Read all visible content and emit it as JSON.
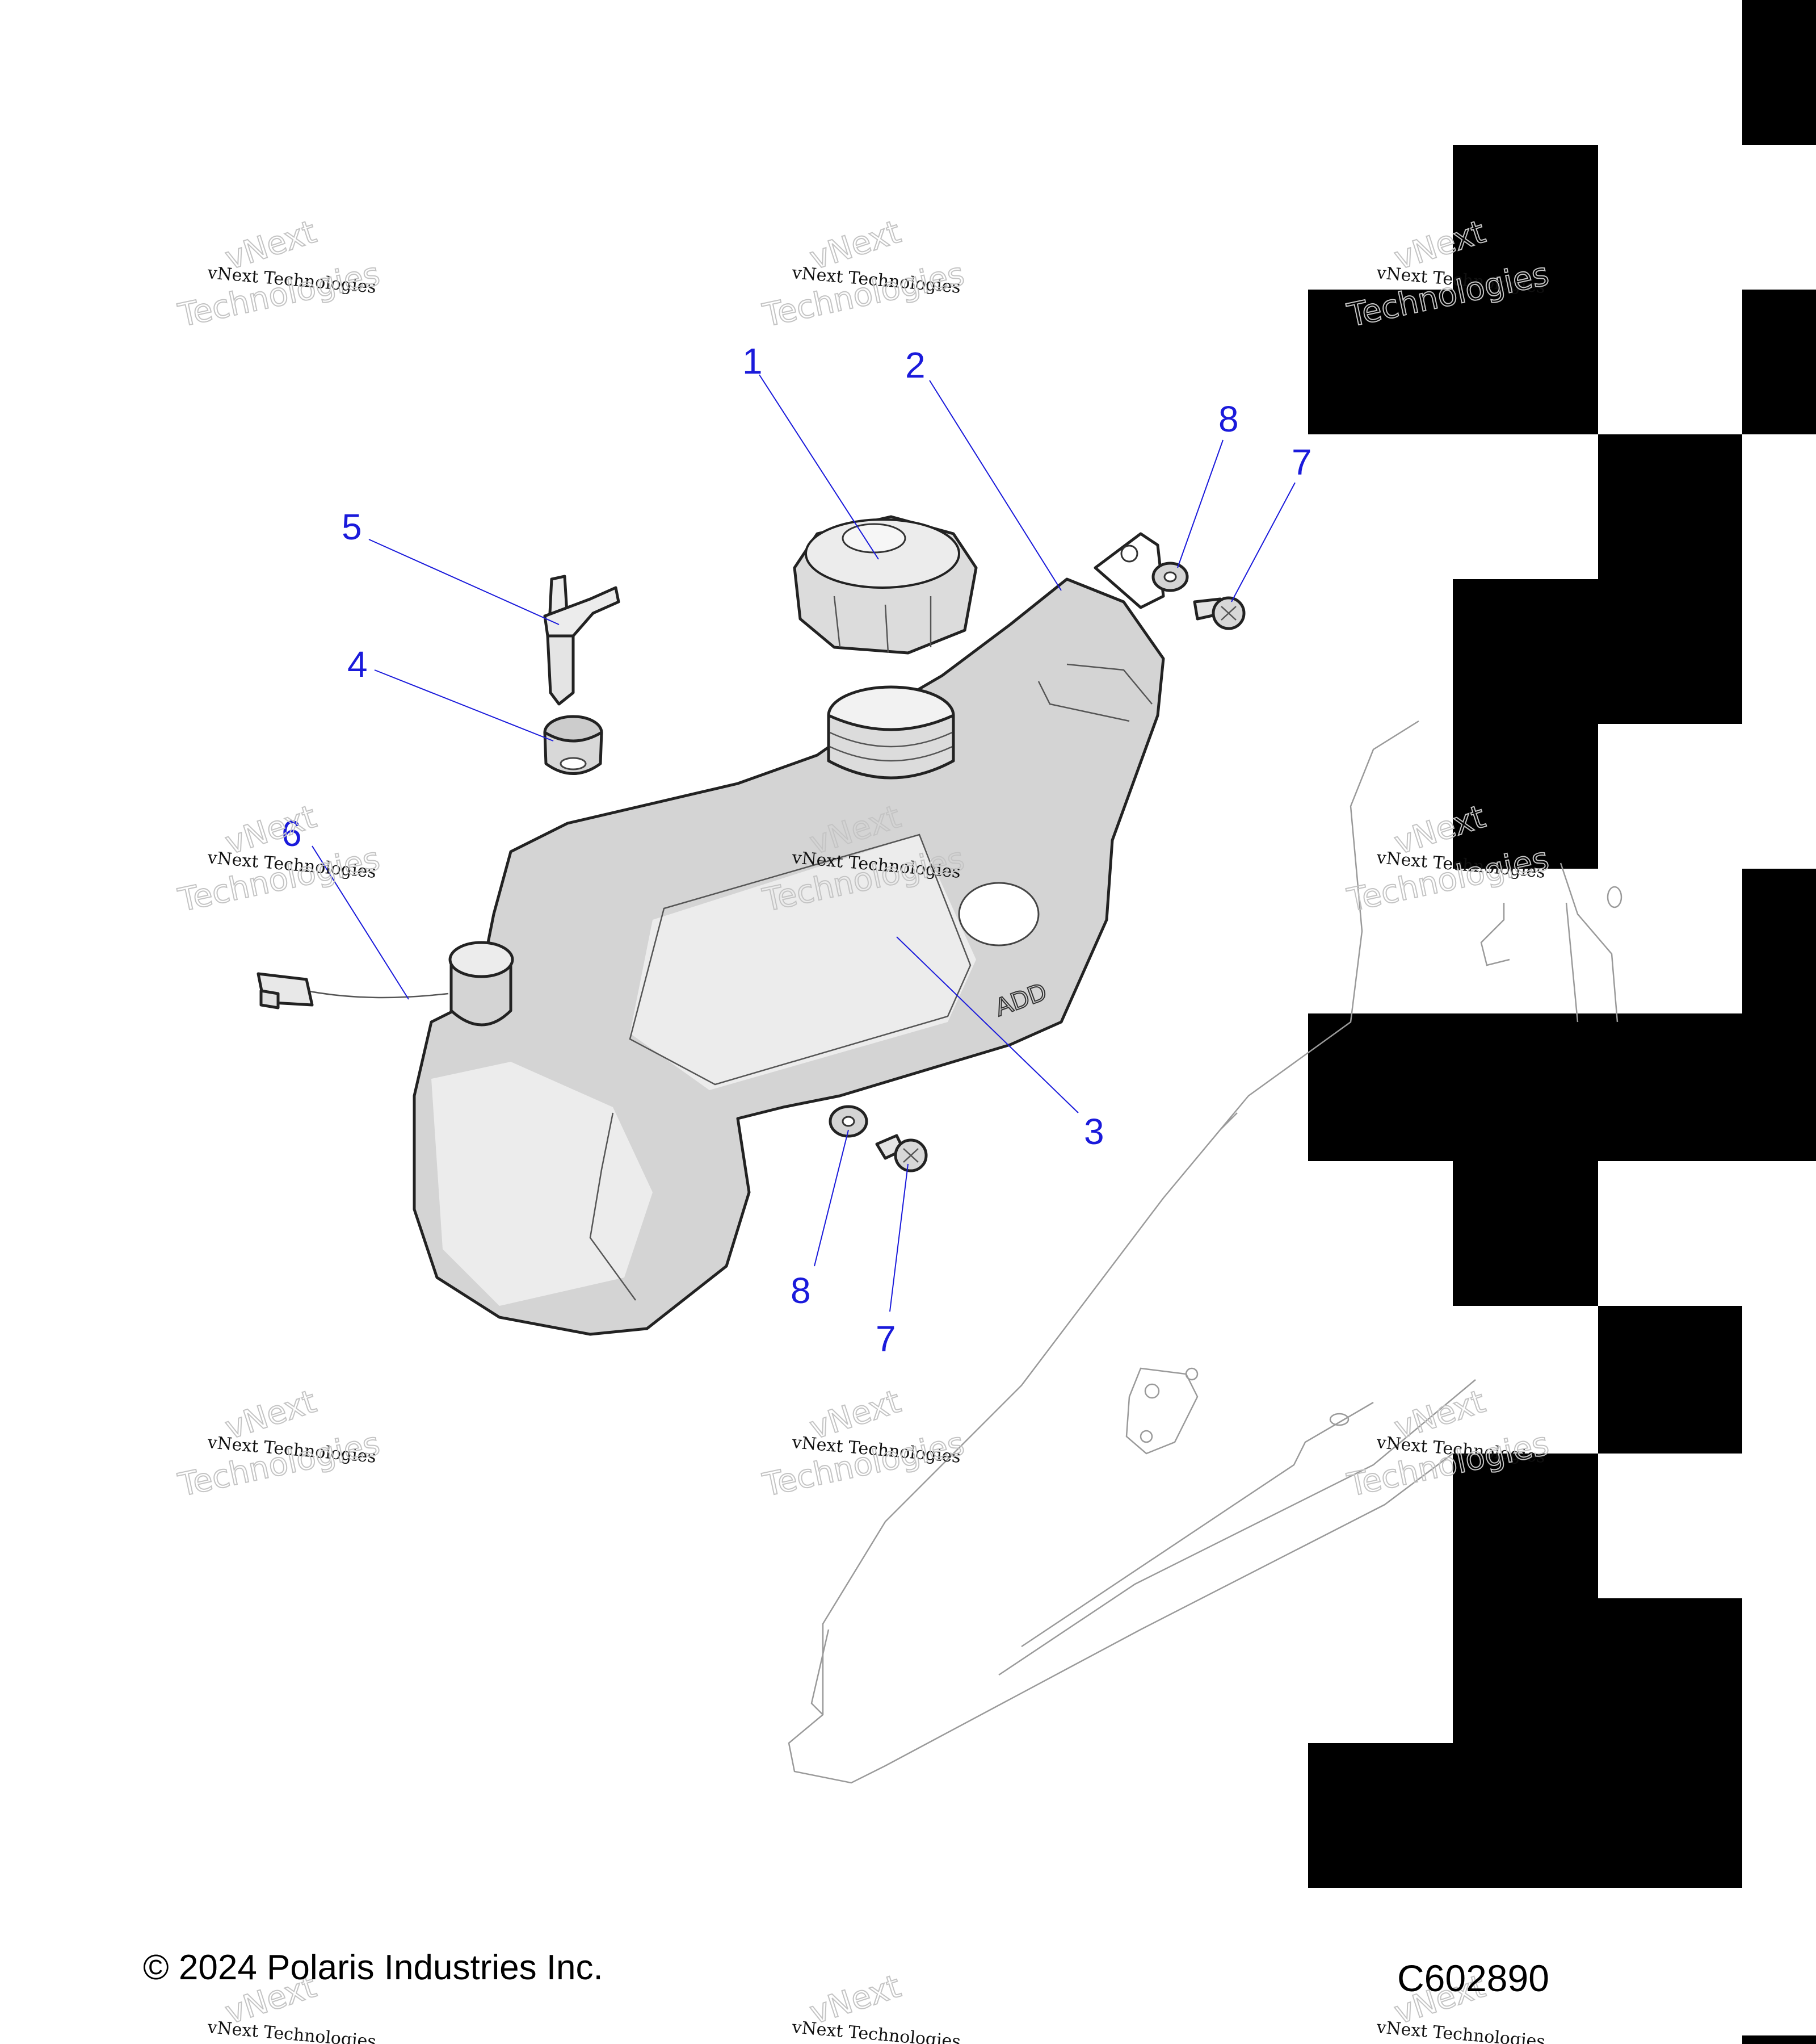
{
  "callouts": {
    "c1": "1",
    "c2": "2",
    "c3": "3",
    "c4": "4",
    "c5": "5",
    "c6": "6",
    "c7a": "7",
    "c7b": "7",
    "c8a": "8",
    "c8b": "8"
  },
  "tank_embossed_text": "ADD",
  "watermark": {
    "line1": "vNext Technologies",
    "line2": "vNext",
    "line3": "Technologies"
  },
  "footer": {
    "copyright": "© 2024 Polaris Industries Inc.",
    "drawing_number": "C602890"
  },
  "colors": {
    "callout_blue": "#1a1adb",
    "tank_fill": "#d4d4d4",
    "tank_highlight": "#ececec",
    "frame_gray": "#9a9a9a"
  }
}
